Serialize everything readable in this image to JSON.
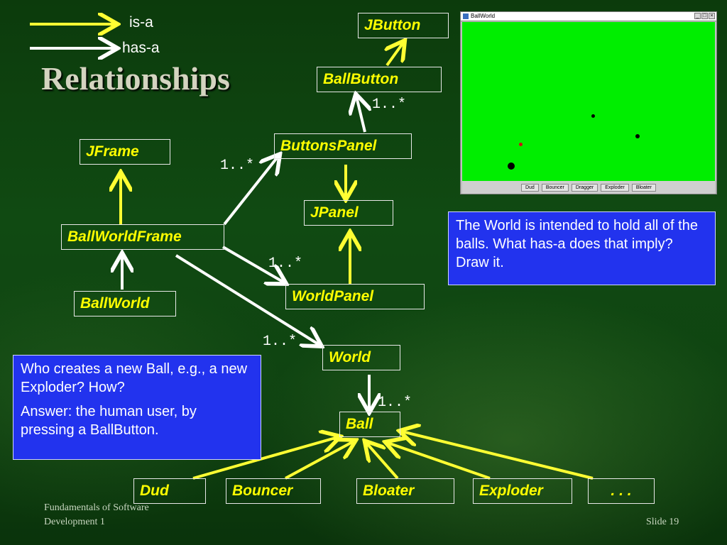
{
  "legend": {
    "isa": "is-a",
    "hasa": "has-a"
  },
  "title": "Relationships",
  "classes": {
    "jbutton": "JButton",
    "ballbutton": "BallButton",
    "buttonspanel": "ButtonsPanel",
    "jpanel": "JPanel",
    "jframe": "JFrame",
    "ballworldframe": "BallWorldFrame",
    "ballworld": "BallWorld",
    "worldpanel": "WorldPanel",
    "world": "World",
    "ball": "Ball",
    "dud": "Dud",
    "bouncer": "Bouncer",
    "bloater": "Bloater",
    "exploder": "Exploder",
    "more": ". . ."
  },
  "multiplicity": "1..*",
  "notes": {
    "world": "The World is intended to hold all of the balls.  What has-a does that imply?  Draw it.",
    "creates_q": "Who creates a new Ball, e.g., a new Exploder?  How?",
    "creates_a": "Answer: the human user, by pressing a BallButton."
  },
  "window": {
    "title": "BallWorld",
    "controls": [
      "_",
      "□",
      "×"
    ],
    "buttons": [
      "Dud",
      "Bouncer",
      "Dragger",
      "Exploder",
      "Bloater"
    ],
    "colors": {
      "canvas": "#00ee00",
      "ball_black": "#000000",
      "ball_red": "#d01010"
    }
  },
  "footer": {
    "course_line1": "Fundamentals of Software",
    "course_line2": "Development 1",
    "slide": "Slide 19"
  },
  "colors": {
    "isa_arrow": "#ffff33",
    "hasa_arrow": "#ffffff",
    "class_text": "#ffff00",
    "note_bg": "#2233ee"
  }
}
